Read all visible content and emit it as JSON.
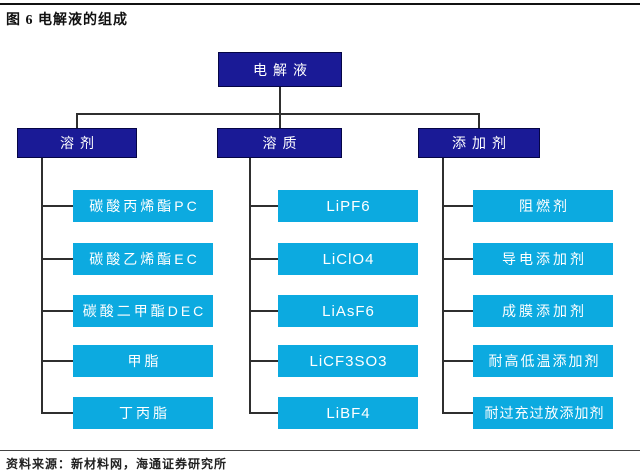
{
  "figure": {
    "title": "图 6  电解液的组成",
    "source": "资料来源：新材料网，海通证券研究所"
  },
  "colors": {
    "root_branch_box": "#1a1a96",
    "leaf_box": "#0caae0",
    "connector": "#2f2f2f",
    "box_text": "#ffffff"
  },
  "tree": {
    "root": "电解液",
    "branches": [
      {
        "label": "溶剂",
        "children": [
          "碳酸丙烯酯PC",
          "碳酸乙烯酯EC",
          "碳酸二甲酯DEC",
          "甲脂",
          "丁丙脂"
        ]
      },
      {
        "label": "溶质",
        "children": [
          "LiPF6",
          "LiClO4",
          "LiAsF6",
          "LiCF3SO3",
          "LiBF4"
        ]
      },
      {
        "label": "添加剂",
        "children": [
          "阻燃剂",
          "导电添加剂",
          "成膜添加剂",
          "耐高低温添加剂",
          "耐过充过放添加剂"
        ]
      }
    ]
  }
}
